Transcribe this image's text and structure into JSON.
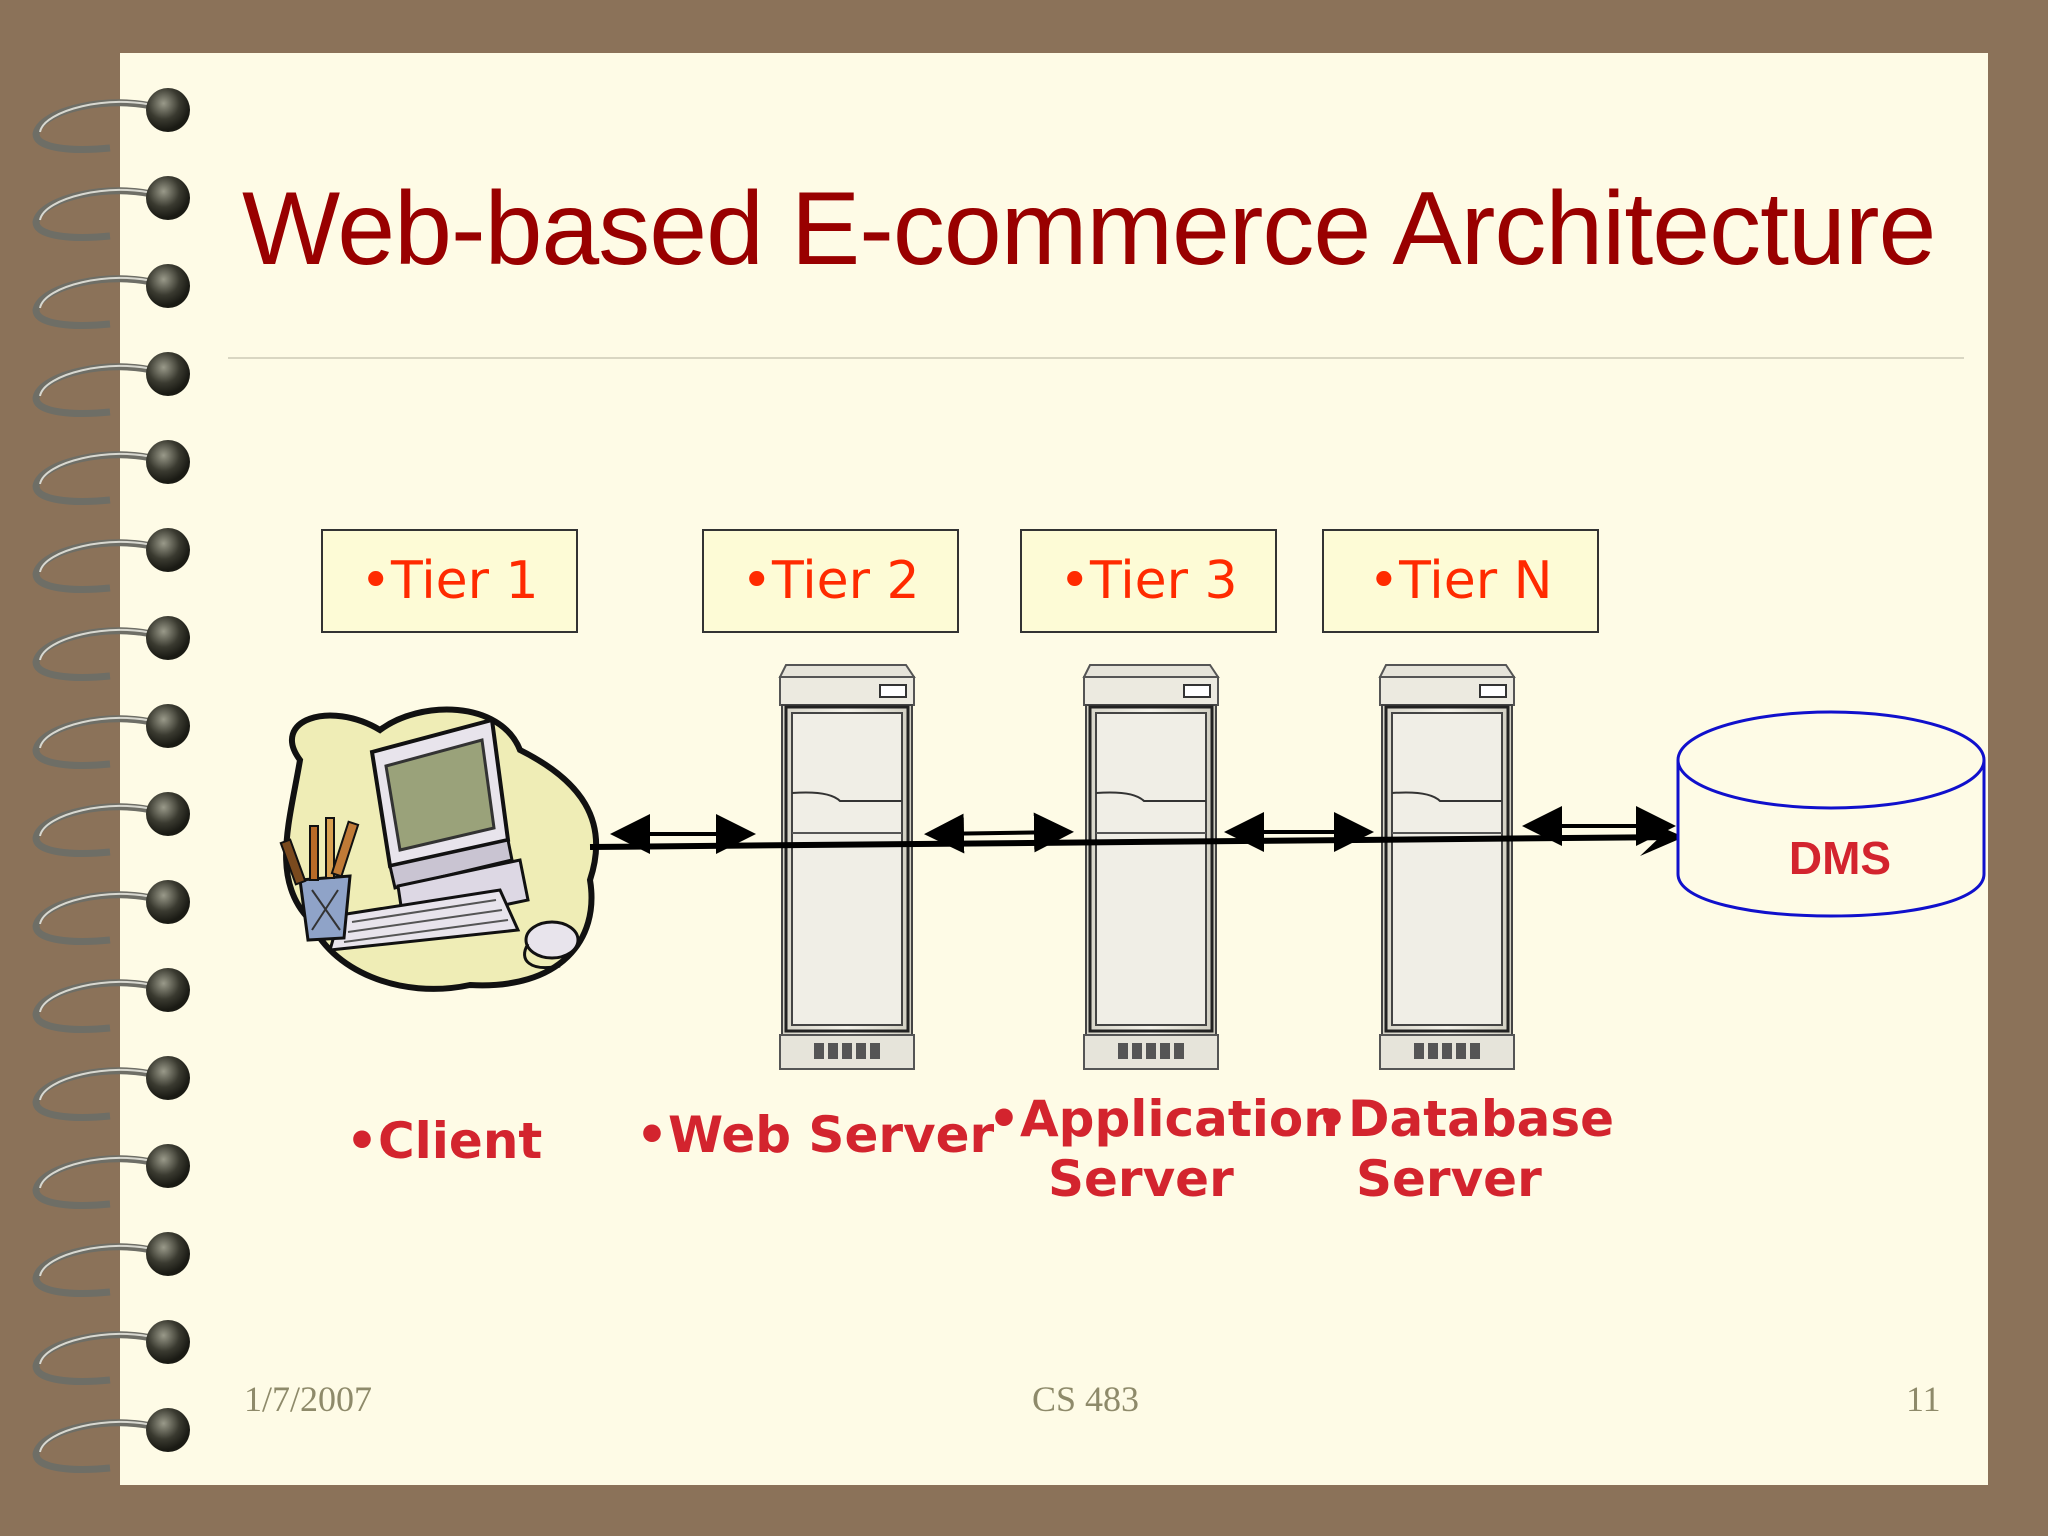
{
  "slide": {
    "title": "Web-based E-commerce Architecture",
    "tiers": [
      "•Tier 1",
      "•Tier 2",
      "•Tier 3",
      "•Tier N"
    ],
    "labels": {
      "client": "•Client",
      "web_server": "•Web Server",
      "app_server_line1": "•Application",
      "app_server_line2": "Server",
      "db_server_line1": "•Database",
      "db_server_line2": "Server"
    },
    "dms": "DMS",
    "footer": {
      "date": "1/7/2007",
      "course": "CS 483",
      "page": "11"
    }
  },
  "colors": {
    "title": "#990000",
    "tier_text": "#ff2a00",
    "label_text": "#d3242e",
    "dms_outline": "#1010cc",
    "background": "#8b7259",
    "page": "#fefbe6"
  },
  "icons": [
    "spiral-binding-icon",
    "client-computer-icon",
    "server-tower-icon",
    "database-cylinder-icon"
  ]
}
